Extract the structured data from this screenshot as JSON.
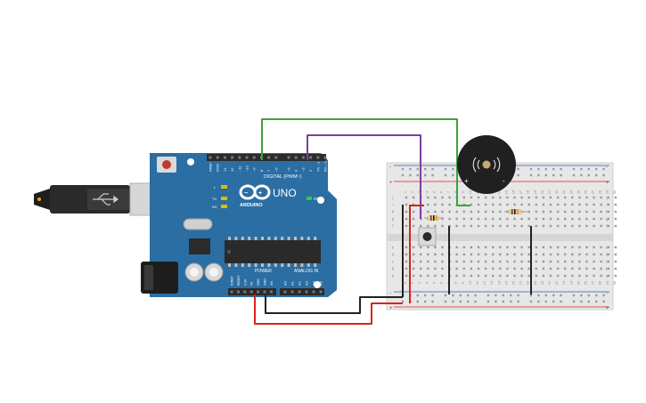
{
  "board": {
    "brand": "ARDUINO",
    "model": "UNO",
    "digital_label": "DIGITAL (PWM~)",
    "power_label": "POWER",
    "analog_label": "ANALOG IN",
    "on_label": "ON",
    "led_labels": [
      "L",
      "TX",
      "RX"
    ],
    "digital_pins": [
      "AREF",
      "GND",
      "13",
      "12",
      "~11",
      "~10",
      "~9",
      "8",
      "7",
      "~6",
      "~5",
      "4",
      "~3",
      "2",
      "TX→1",
      "RX←0"
    ],
    "power_pins": [
      "IOREF",
      "RESET",
      "3.3V",
      "5V",
      "GND",
      "GND",
      "Vin"
    ],
    "analog_pins": [
      "A0",
      "A1",
      "A2",
      "A3",
      "A4",
      "A5"
    ],
    "colors": {
      "pcb": "#2a6ea3",
      "header": "#2b2b2b",
      "chip": "#2a2a2a"
    }
  },
  "breadboard": {
    "column_numbers": [
      "1",
      "2",
      "3",
      "4",
      "5",
      "6",
      "7",
      "8",
      "9",
      "10",
      "11",
      "12",
      "13",
      "14",
      "15",
      "16",
      "17",
      "18",
      "19",
      "20",
      "21",
      "22",
      "23",
      "24",
      "25",
      "26",
      "27",
      "28",
      "29",
      "30"
    ],
    "row_letters_top": [
      "j",
      "i",
      "h",
      "g",
      "f"
    ],
    "row_letters_bottom": [
      "e",
      "d",
      "c",
      "b",
      "a"
    ],
    "rail_plus": "+",
    "rail_minus": "-"
  },
  "buzzer": {
    "plus_label": "+",
    "minus_label": "-"
  },
  "wires": {
    "green": "#3ca23c",
    "purple": "#7b3f9e",
    "red": "#d8251f",
    "black": "#222222"
  }
}
